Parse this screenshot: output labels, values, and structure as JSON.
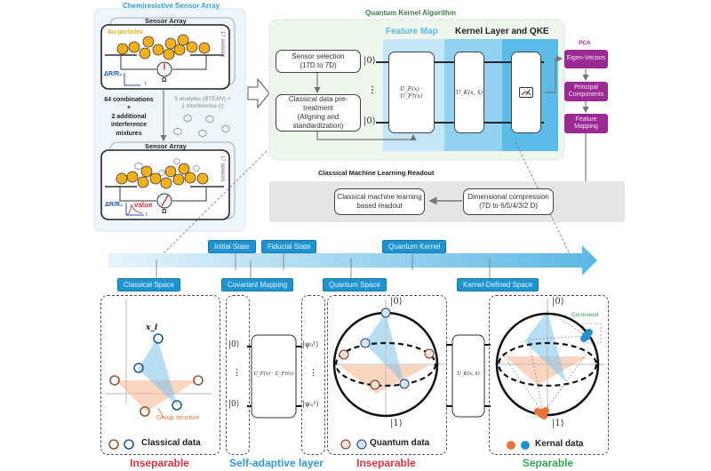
{
  "sensor_panel": {
    "title": "Chemiresistive Sensor Array",
    "top_array": {
      "label": "Sensor Array",
      "side_label": "17 sensors",
      "particles_label": "Au particles",
      "axis_label": "ΔR/R₀",
      "time_label": "t",
      "ohm_label": "Ω"
    },
    "combinations_text": "64 combinations\n+\n2 additional\ninterference\nmixtures",
    "analytes_text": "5 analytes (BTEXN) +\n1 interference (I)",
    "bottom_array": {
      "label": "Sensor Array",
      "side_label": "17 sensors",
      "axis_label": "ΔR/R₀",
      "value_label": "value",
      "time_label": "t",
      "ohm_label": "Ω"
    }
  },
  "qka_panel": {
    "title": "Quantum Kernel Algorithm",
    "feature_map_label": "Feature Map",
    "kernel_layer_label": "Kernel Layer and QKE",
    "sensor_selection": "Sensor selection\n(17D to 7D)",
    "pretreatment": "Classical data pre-\ntreatment\n(Aligning and\nstandardization)",
    "ket_top": "|0⟩",
    "ket_dots": "⋮",
    "ket_bottom": "|0⟩",
    "feature_gate": "U_F(x) · U_F†(x)",
    "kernel_gate": "U_K(x, x̄)",
    "measure_icon": "meter-icon"
  },
  "pca": {
    "title": "PCA",
    "steps": [
      "Eigen-Vectors",
      "Principal\nComponents",
      "Feature\nMapping"
    ]
  },
  "readout": {
    "title": "Classical Machine Learning Readout",
    "compression": "Dimensional compression\n(7D to 6/5/4/3/2 D)",
    "ml_readout": "Classical machine learning\nbased readout"
  },
  "timeline": {
    "top_tags": [
      "Initial State",
      "Fiducial State",
      "Quantum Kernel"
    ],
    "bottom_tags": [
      "Classical Space",
      "Covariant Mapping",
      "Quantum Space",
      "Kernel-Defined Space"
    ]
  },
  "panels": {
    "classical": {
      "point_label": "x_i",
      "group_label": "Group structure",
      "legend": "Classical data",
      "caption": "Inseparable"
    },
    "mapping": {
      "in_top": "|0⟩",
      "in_dots": "⋮",
      "in_bottom": "|0⟩",
      "gate": "U_F(x) · U_F†(x)",
      "out_top": "|ψ₀¹⟩",
      "out_dots": "⋮",
      "out_bottom": "|ψₙ¹⟩",
      "caption": "Self-adaptive layer"
    },
    "quantum": {
      "north": "|0⟩",
      "south": "|1⟩",
      "legend": "Quantum data",
      "caption": "Inseparable"
    },
    "kernel_gate": "U_K(x, x̄)",
    "kernel": {
      "north": "|0⟩",
      "south": "|1⟩",
      "correlated": "Correlated",
      "legend": "Kernal data",
      "caption": "Separable"
    }
  },
  "colors": {
    "accent_blue": "#1f93d0",
    "purple": "#9c2a94",
    "gold": "#f2b01e",
    "orange": "#e8743b",
    "red_caption": "#e03246",
    "green_caption": "#3aa55a",
    "blue_caption": "#2f9bd6"
  }
}
